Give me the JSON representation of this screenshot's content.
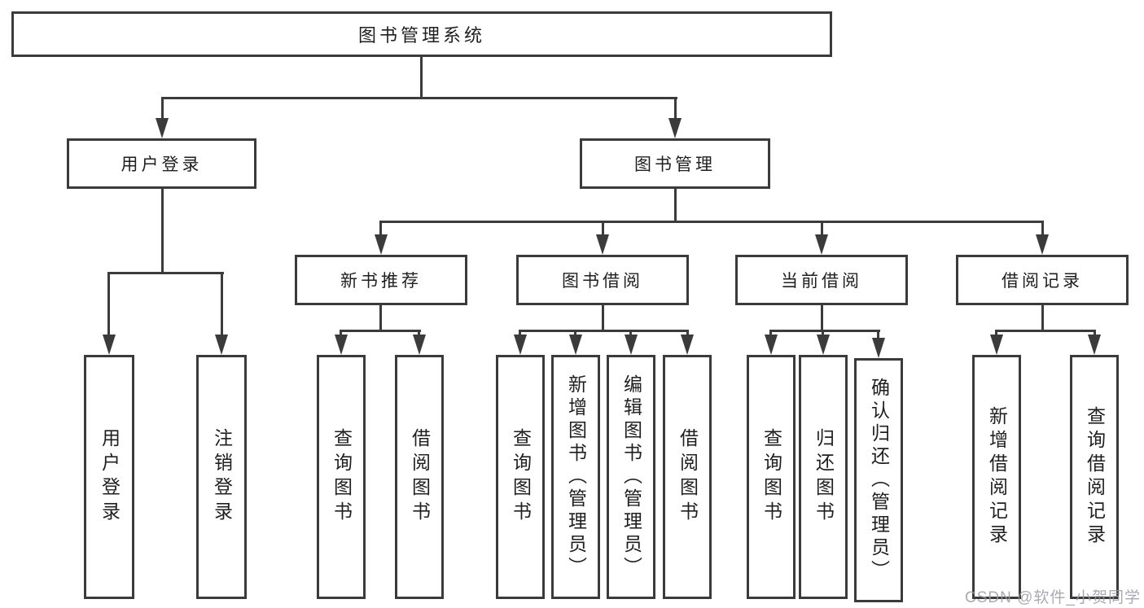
{
  "diagram": {
    "title": "图书管理系统",
    "level2": {
      "user_login": "用户登录",
      "book_management": "图书管理"
    },
    "level3": {
      "new_book_recommend": "新书推荐",
      "book_borrowing": "图书借阅",
      "current_borrowing": "当前借阅",
      "borrowing_records": "借阅记录"
    },
    "leaves": {
      "user_login": "用户登录",
      "logout": "注销登录",
      "nbr_query_books": "查询图书",
      "nbr_borrow_books": "借阅图书",
      "bb_query_books": "查询图书",
      "bb_add_books": "新增图书（管理员）",
      "bb_edit_books": "编辑图书（管理员）",
      "bb_borrow_books": "借阅图书",
      "cb_query_books": "查询图书",
      "cb_return_books": "归还图书",
      "cb_confirm_return": "确认归还（管理员）",
      "br_add_record": "新增借阅记录",
      "br_query_record": "查询借阅记录"
    }
  },
  "watermark": {
    "text": "CSDN @软件_小贺同学",
    "color": "#9b9ba6"
  },
  "colors": {
    "line": "#3b3b3b",
    "text": "#1f1f1f",
    "background": "#ffffff"
  }
}
